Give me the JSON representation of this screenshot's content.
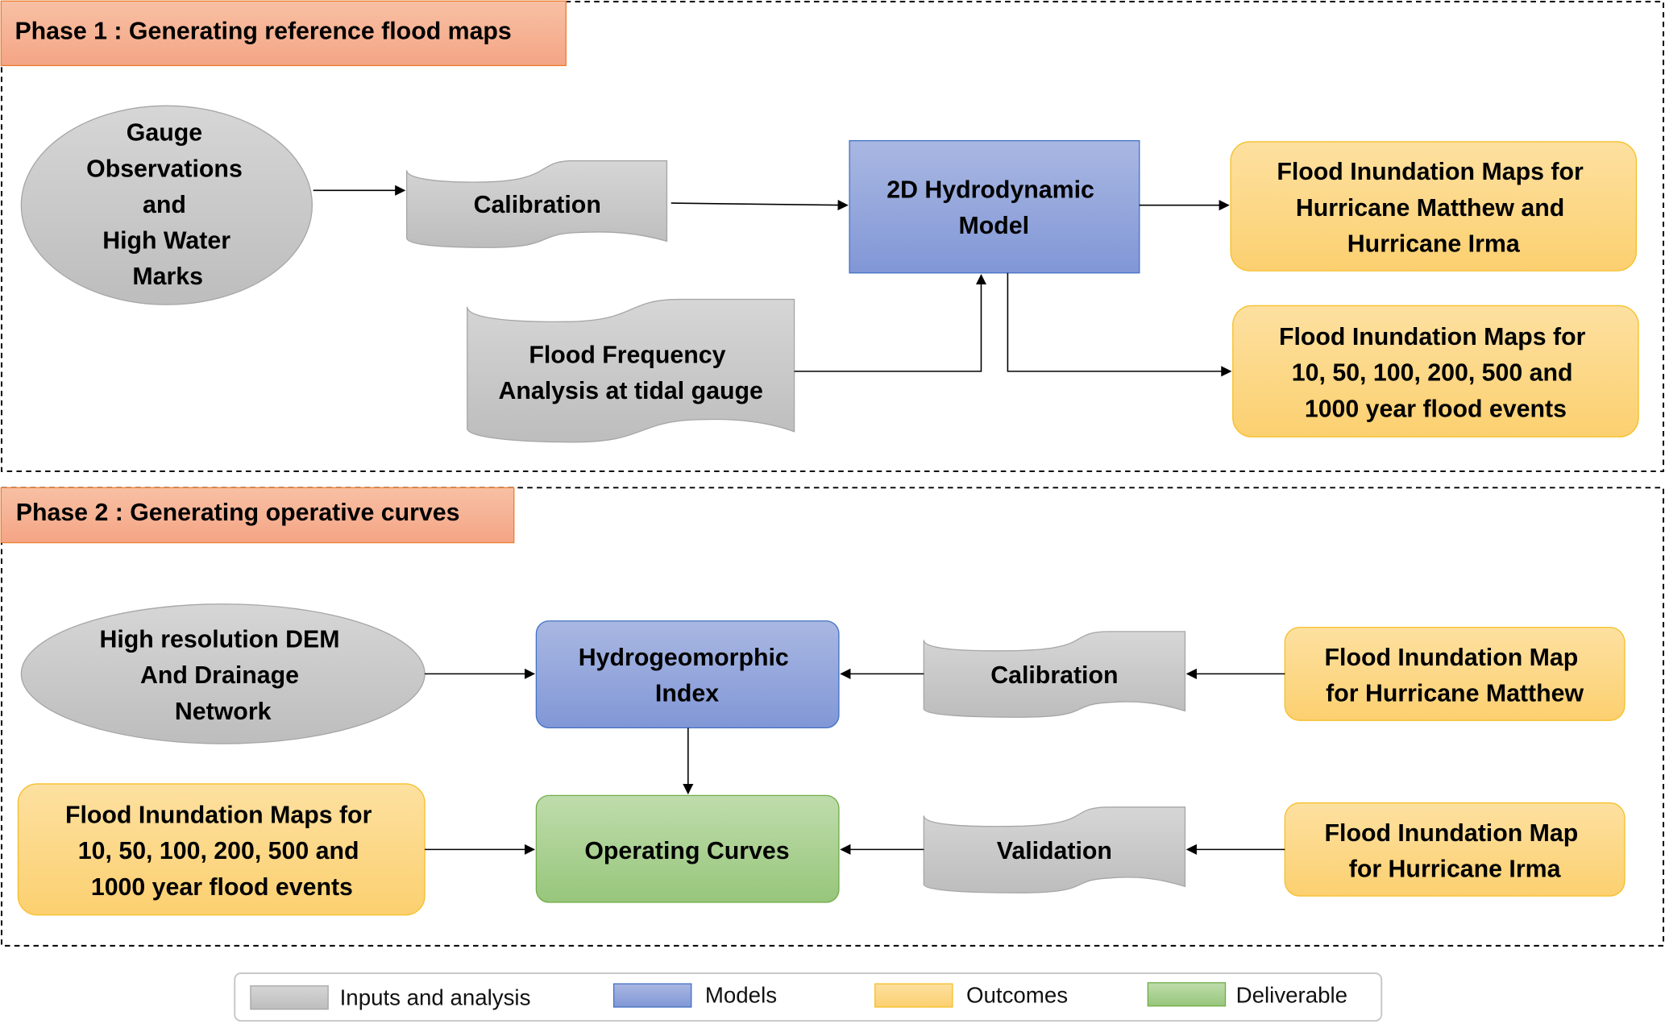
{
  "phase1": {
    "title": "Phase 1 : Generating reference flood maps",
    "nodes": {
      "gauge": {
        "type": "input",
        "lines": [
          "Gauge",
          "Observations",
          "and",
          "High Water",
          "Marks"
        ]
      },
      "calibration": {
        "type": "input",
        "lines": [
          "Calibration"
        ]
      },
      "frequency": {
        "type": "input",
        "lines": [
          "Flood Frequency",
          "Analysis at tidal gauge"
        ]
      },
      "hydro_model": {
        "type": "model",
        "lines": [
          "2D Hydrodynamic",
          "Model"
        ]
      },
      "maps_hurricanes": {
        "type": "outcome",
        "lines": [
          "Flood Inundation Maps for",
          "Hurricane Matthew and",
          "Hurricane Irma"
        ]
      },
      "maps_return": {
        "type": "outcome",
        "lines": [
          "Flood Inundation Maps for",
          "10, 50, 100, 200, 500 and",
          "1000 year flood events"
        ]
      }
    }
  },
  "phase2": {
    "title": "Phase 2 : Generating operative curves",
    "nodes": {
      "dem": {
        "type": "input",
        "lines": [
          "High resolution DEM",
          "And Drainage",
          "Network"
        ]
      },
      "hgi": {
        "type": "model",
        "lines": [
          "Hydrogeomorphic",
          "Index"
        ]
      },
      "calibration": {
        "type": "input",
        "lines": [
          "Calibration"
        ]
      },
      "map_matthew": {
        "type": "outcome",
        "lines": [
          "Flood Inundation Map",
          "for Hurricane Matthew"
        ]
      },
      "maps_return": {
        "type": "outcome",
        "lines": [
          "Flood Inundation Maps for",
          "10, 50, 100, 200, 500 and",
          "1000 year flood events"
        ]
      },
      "operating_curves": {
        "type": "deliverable",
        "lines": [
          "Operating Curves"
        ]
      },
      "validation": {
        "type": "input",
        "lines": [
          "Validation"
        ]
      },
      "map_irma": {
        "type": "outcome",
        "lines": [
          "Flood Inundation Map",
          "for Hurricane Irma"
        ]
      }
    }
  },
  "legend": [
    {
      "label": "Inputs and analysis",
      "category": "input"
    },
    {
      "label": "Models",
      "category": "model"
    },
    {
      "label": "Outcomes",
      "category": "outcome"
    },
    {
      "label": "Deliverable",
      "category": "deliverable"
    }
  ],
  "colors": {
    "input": "#c8c8c8",
    "model": "#8ea2d8",
    "outcome": "#fdd78a",
    "deliverable": "#a9d08e",
    "phase_header": "#f6ad8e"
  }
}
